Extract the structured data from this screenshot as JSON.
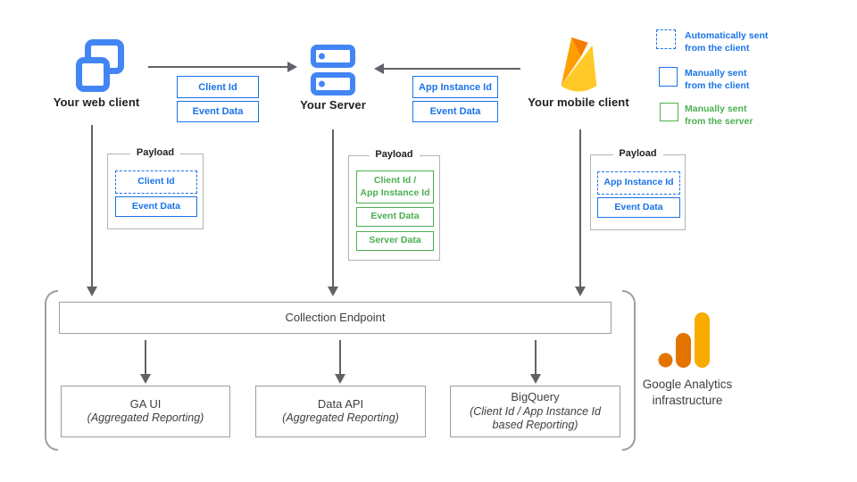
{
  "nodes": {
    "web_client": {
      "label": "Your web client"
    },
    "server": {
      "label": "Your Server"
    },
    "mobile_client": {
      "label": "Your mobile client"
    }
  },
  "transfer_labels": {
    "web_to_server": {
      "items": [
        "Client Id",
        "Event Data"
      ]
    },
    "mobile_to_server": {
      "items": [
        "App Instance Id",
        "Event Data"
      ]
    }
  },
  "legend": {
    "items": [
      {
        "text": "Automatically sent\nfrom the client",
        "style": "dashed-blue"
      },
      {
        "text": "Manually sent\nfrom the client",
        "style": "solid-blue"
      },
      {
        "text": "Manually sent\nfrom the server",
        "style": "solid-green"
      }
    ]
  },
  "payloads": {
    "web": {
      "title": "Payload",
      "items": [
        {
          "text": "Client Id",
          "style": "dashed-blue"
        },
        {
          "text": "Event Data",
          "style": "solid-blue"
        }
      ]
    },
    "server": {
      "title": "Payload",
      "items": [
        {
          "text": "Client Id /\nApp Instance Id",
          "style": "solid-green"
        },
        {
          "text": "Event Data",
          "style": "solid-green"
        },
        {
          "text": "Server Data",
          "style": "solid-green"
        }
      ]
    },
    "mobile": {
      "title": "Payload",
      "items": [
        {
          "text": "App Instance Id",
          "style": "dashed-blue"
        },
        {
          "text": "Event Data",
          "style": "solid-blue"
        }
      ]
    }
  },
  "infrastructure": {
    "endpoint_label": "Collection Endpoint",
    "outputs": [
      {
        "name": "GA UI",
        "detail": "(Aggregated Reporting)"
      },
      {
        "name": "Data API",
        "detail": "(Aggregated Reporting)"
      },
      {
        "name": "BigQuery",
        "detail": "(Client Id / App Instance Id\nbased Reporting)"
      }
    ],
    "brand_label": "Google Analytics\ninfrastructure"
  },
  "colors": {
    "blue_icon": "#4285F4",
    "blue_border": "#1A73E8",
    "green": "#4CAF50",
    "arrow_gray": "#5F6368",
    "box_gray": "#9E9E9E",
    "firebase_amber": "#FFA000",
    "firebase_orange": "#F57C00",
    "firebase_yellow": "#FFCA28",
    "ga_amber": "#F9AB00",
    "ga_orange": "#E37400"
  }
}
